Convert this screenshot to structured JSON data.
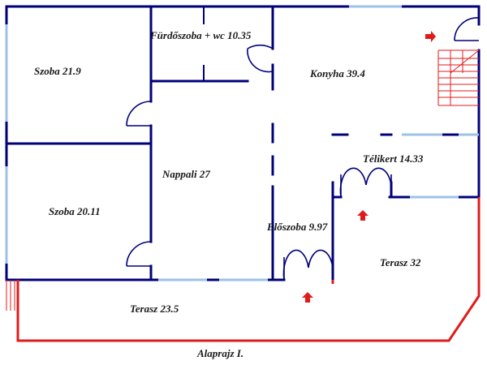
{
  "rooms": {
    "furdoszoba": "Fürdőszoba + wc 10.35",
    "szoba1": "Szoba 21.9",
    "konyha": "Konyha 39.4",
    "telikert": "Télikert 14.33",
    "nappali": "Nappali 27",
    "szoba2": "Szoba 20.11",
    "eloszoba": "Előszoba 9.97",
    "terasz1": "Terasz 32",
    "terasz2": "Terasz 23.5"
  },
  "caption": "Alaprajz I.",
  "colors": {
    "walls": "#00007a",
    "windows": "#9ec2e6",
    "terrace": "#e01b1b",
    "arrows": "#e01b1b"
  }
}
